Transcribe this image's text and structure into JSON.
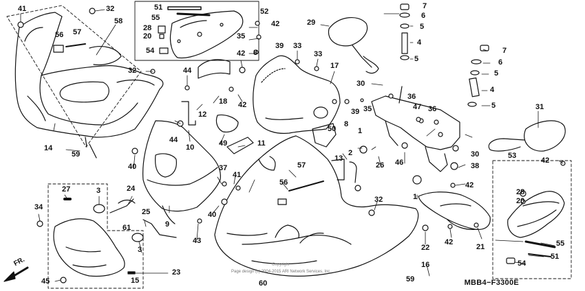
{
  "diagram": {
    "code": "MBB4−F3300E",
    "copyright_line1": "Copyright",
    "copyright_line2": "Page design (c) 2004-2015 ARI Network Services, Inc.",
    "direction": "FR.",
    "labels": [
      "41",
      "32",
      "58",
      "56",
      "57",
      "51",
      "55",
      "52",
      "28",
      "20",
      "54",
      "42",
      "29",
      "7",
      "6",
      "5",
      "4",
      "5",
      "7",
      "6",
      "5",
      "4",
      "5",
      "35",
      "39",
      "8",
      "42",
      "33",
      "33",
      "17",
      "30",
      "36",
      "39",
      "35",
      "8",
      "47",
      "36",
      "31",
      "32",
      "44",
      "12",
      "18",
      "42",
      "1",
      "50",
      "2",
      "13",
      "44",
      "10",
      "49",
      "11",
      "14",
      "59",
      "40",
      "37",
      "41",
      "57",
      "56",
      "46",
      "26",
      "30",
      "38",
      "53",
      "42",
      "27",
      "3",
      "24",
      "34",
      "25",
      "61",
      "9",
      "43",
      "40",
      "3",
      "23",
      "45",
      "15",
      "42",
      "1",
      "21",
      "42",
      "28",
      "20",
      "55",
      "51",
      "54",
      "32",
      "22",
      "16",
      "59",
      "60"
    ]
  }
}
